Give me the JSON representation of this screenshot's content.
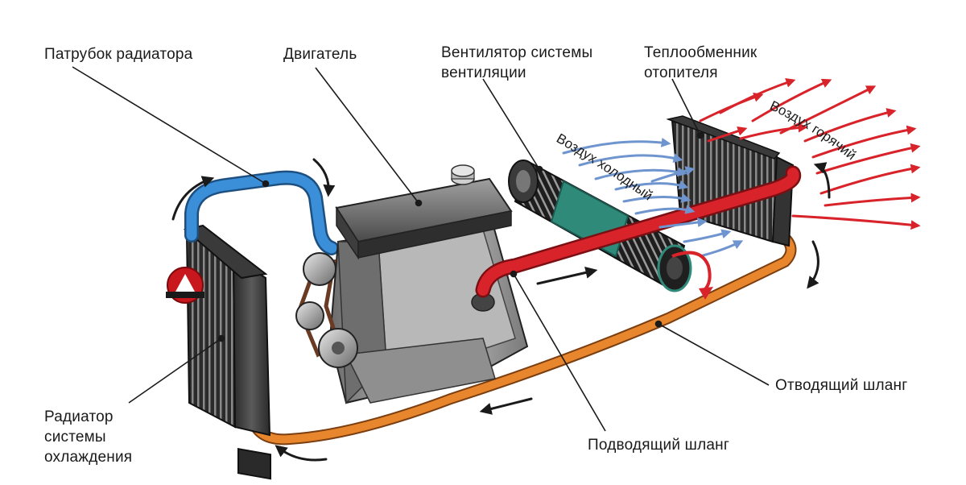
{
  "labels": {
    "radiator_pipe": "Патрубок радиатора",
    "engine": "Двигатель",
    "fan_line1": "Вентилятор системы",
    "fan_line2": "вентиляции",
    "heat_exchanger_line1": "Теплообменник",
    "heat_exchanger_line2": "отопителя",
    "outlet_hose": "Отводящий шланг",
    "inlet_hose": "Подводящий шланг",
    "radiator_line1": "Радиатор",
    "radiator_line2": "системы",
    "radiator_line3": "охлаждения",
    "cold_air": "Воздух холодный",
    "hot_air": "Воздух горячий"
  },
  "colors": {
    "cold_pipe": "#3a8fd8",
    "hot_pipe": "#d8232a",
    "return_hose": "#e8862e",
    "cold_air_arrows": "#6f95cf",
    "hot_air_arrows": "#d8232a",
    "fan_drum": "#2f8a7a",
    "metal_dark": "#3b3b3b",
    "metal_light": "#9a9a9a",
    "logo_red": "#c8181e"
  },
  "icons": [
    "flow-direction-arrow",
    "rotation-arrow",
    "logo-badge"
  ]
}
